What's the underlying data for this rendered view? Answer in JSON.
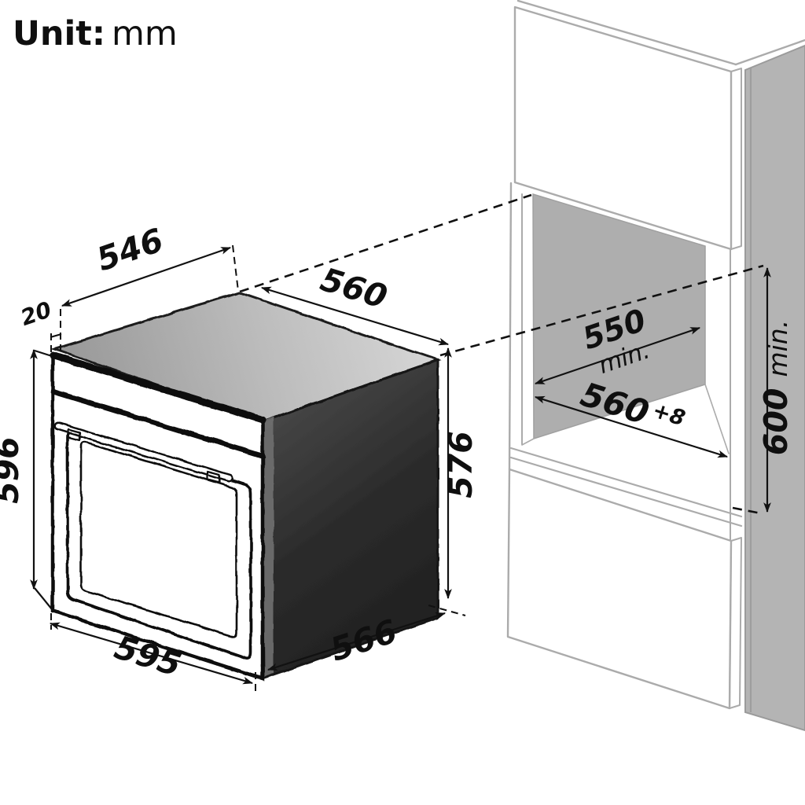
{
  "title": {
    "prefix": "Unit:",
    "unit": "mm"
  },
  "oven_dimensions": {
    "carcass_depth": "546",
    "fascia_thickness": "20",
    "carcass_width": "560",
    "front_height": "596",
    "carcass_height": "576",
    "front_width": "595",
    "total_depth": "566"
  },
  "niche_dimensions": {
    "depth": {
      "value": "550",
      "qualifier": "min."
    },
    "width": {
      "value": "560",
      "tolerance": "+8"
    },
    "height": {
      "value": "600",
      "qualifier": "min."
    }
  },
  "colors": {
    "line_black": "#111111",
    "oven_side_dark": "#2a2a2a",
    "oven_top_gray_light": "#d2d2d2",
    "cabinet_line_gray": "#ababab",
    "cabinet_panel_gray": "#b4b4b4",
    "niche_back_wall_gray": "#aeaeae"
  }
}
